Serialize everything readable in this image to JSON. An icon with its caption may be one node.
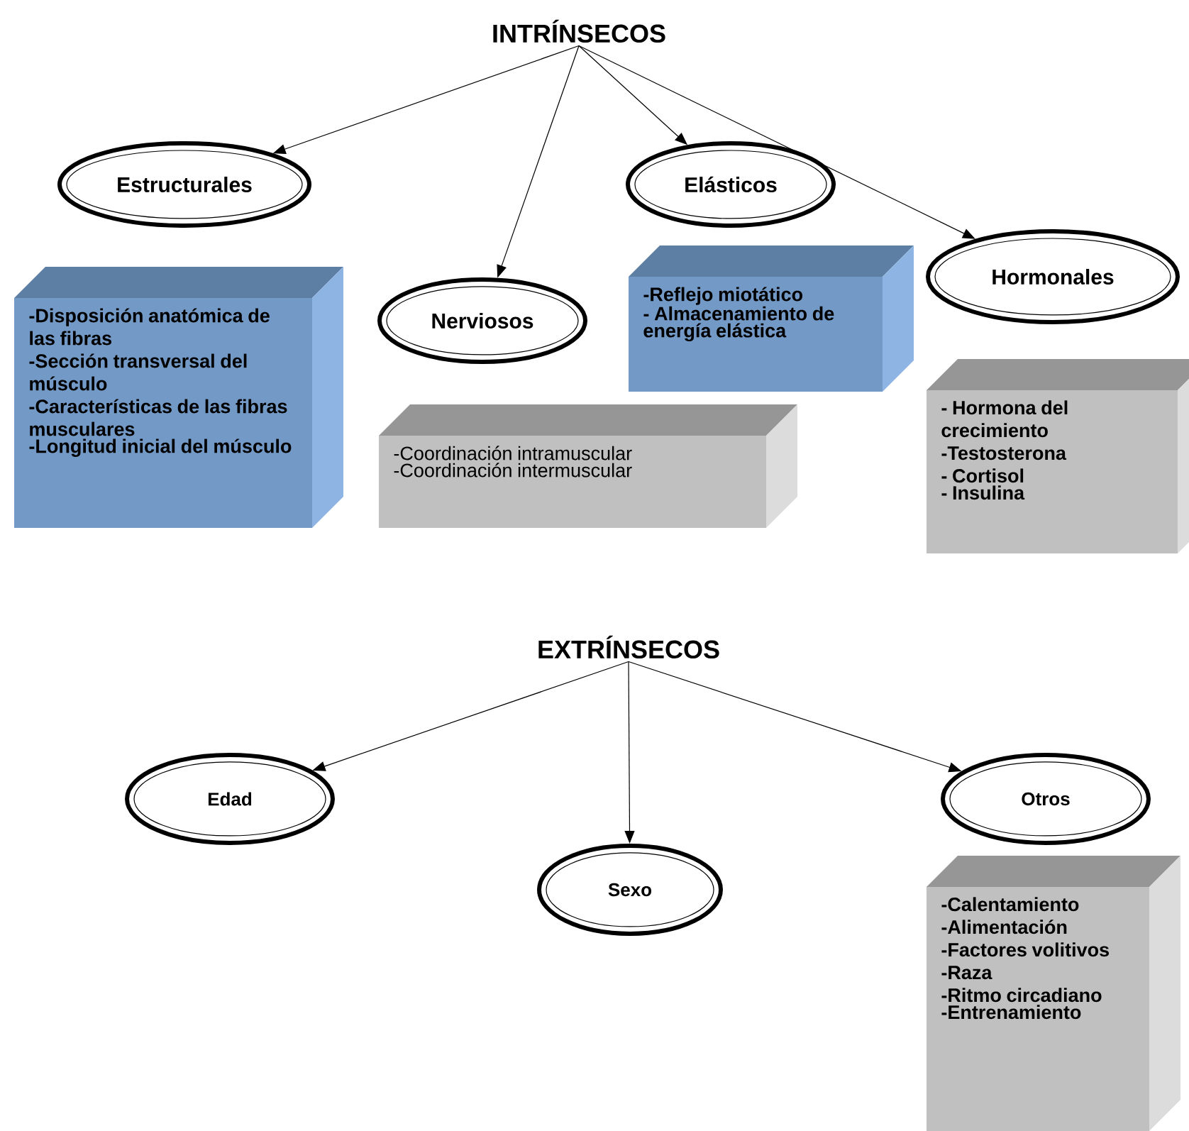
{
  "diagram": {
    "nodes": [
      {
        "text": [
          "INTRÍNSECOS"
        ]
      },
      {
        "text": [
          "Estructurales"
        ]
      },
      {
        "text": [
          "Nerviosos"
        ]
      },
      {
        "text": [
          "Elásticos"
        ]
      },
      {
        "text": [
          "Hormonales"
        ]
      },
      {
        "text": [
          "-Disposición anatómica de las fibras",
          "-Sección transversal del músculo",
          "-Características de las fibras musculares",
          "-Longitud inicial del músculo"
        ]
      },
      {
        "text": [
          "-Coordinación intramuscular",
          "-Coordinación intermuscular"
        ]
      },
      {
        "text": [
          "-Reflejo miotático",
          "- Almacenamiento de energía elástica"
        ]
      },
      {
        "text": [
          "- Hormona del crecimiento",
          "-Testosterona",
          "- Cortisol",
          "- Insulina"
        ]
      },
      {
        "text": [
          "EXTRÍNSECOS"
        ]
      },
      {
        "text": [
          "Edad"
        ]
      },
      {
        "text": [
          "Sexo"
        ]
      },
      {
        "text": [
          "Otros"
        ]
      },
      {
        "text": [
          "-Calentamiento",
          "-Alimentación",
          "-Factores volitivos",
          "-Raza",
          "-Ritmo circadiano",
          "-Entrenamiento"
        ]
      }
    ],
    "edges": [
      {
        "from": 0,
        "to": 1,
        "arrow": "to"
      },
      {
        "from": 0,
        "to": 2,
        "arrow": "to"
      },
      {
        "from": 0,
        "to": 3,
        "arrow": "to"
      },
      {
        "from": 0,
        "to": 4,
        "arrow": "to"
      },
      {
        "from": 9,
        "to": 10,
        "arrow": "to"
      },
      {
        "from": 9,
        "to": 11,
        "arrow": "to"
      },
      {
        "from": 9,
        "to": 12,
        "arrow": "to"
      }
    ]
  }
}
